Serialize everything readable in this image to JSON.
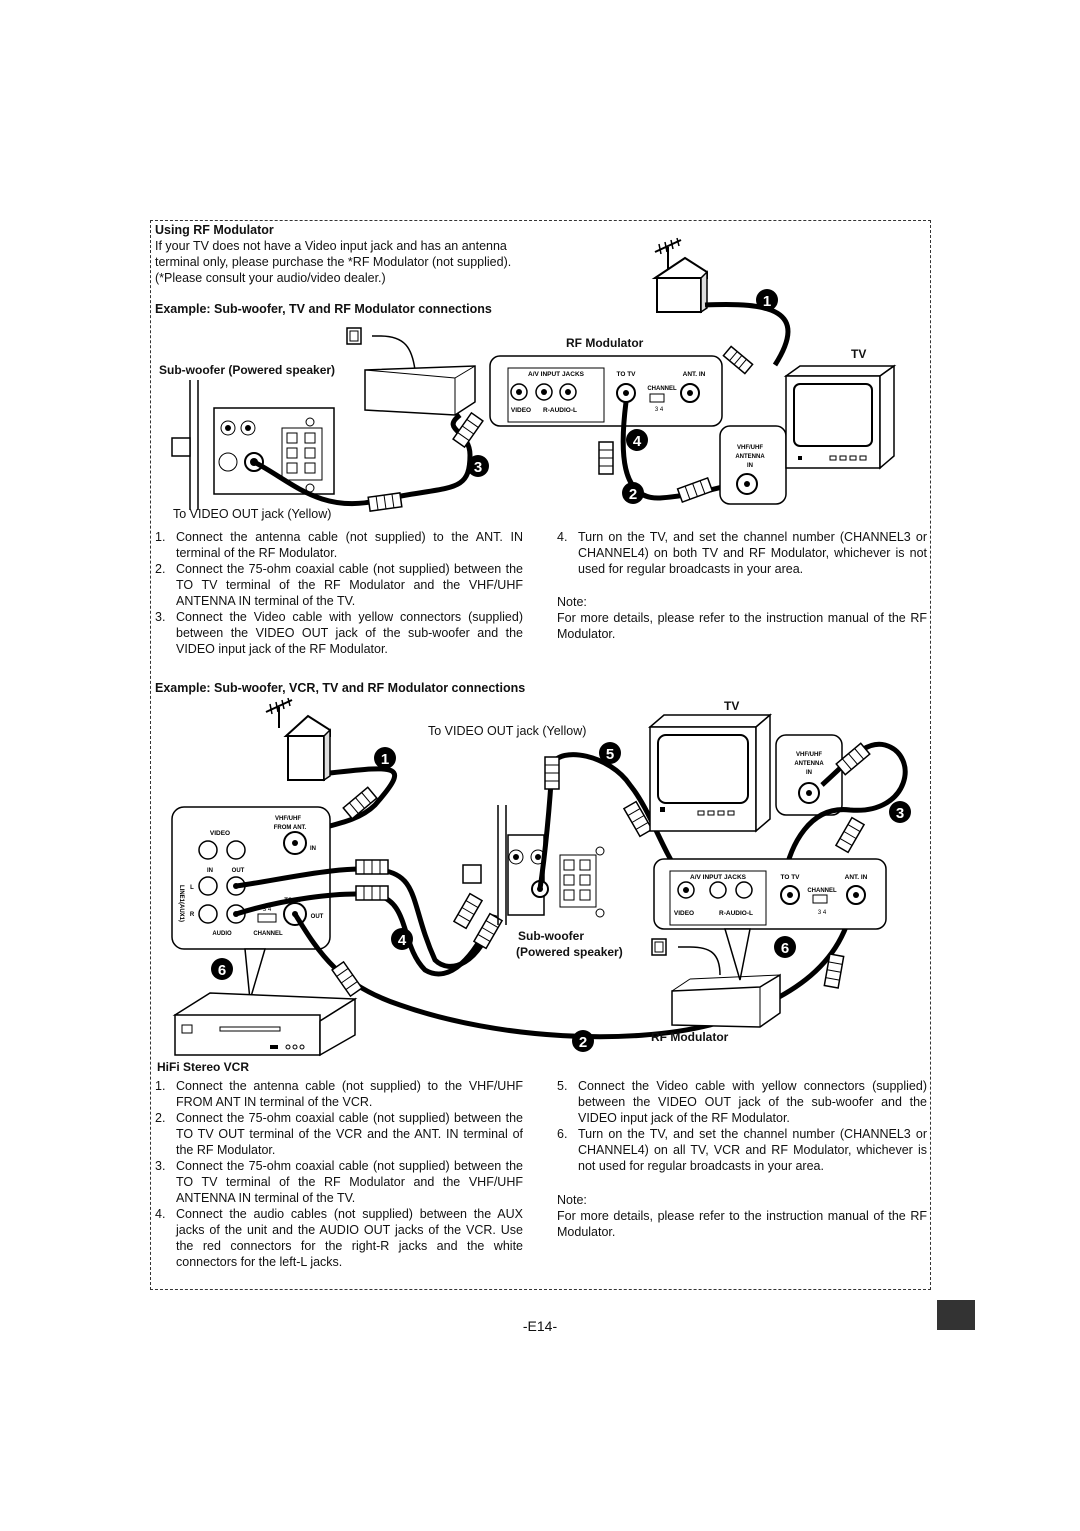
{
  "section_title": "Using RF Modulator",
  "intro": [
    "If your TV does not have a Video input jack and has an antenna",
    "terminal only, please purchase the *RF Modulator (not supplied).",
    "(*Please consult your audio/video dealer.)"
  ],
  "example1": {
    "heading": "Example: Sub-woofer, TV and RF Modulator connections",
    "labels": {
      "rf_modulator": "RF Modulator",
      "tv": "TV",
      "subwoofer": "Sub-woofer (Powered speaker)",
      "video_out": "To VIDEO OUT jack (Yellow)"
    },
    "steps_left": [
      {
        "n": "1.",
        "text": "Connect the antenna cable (not supplied) to the ANT. IN terminal of the RF Modulator."
      },
      {
        "n": "2.",
        "text": "Connect the 75-ohm coaxial cable (not supplied) between the TO TV terminal of the RF Modulator and the VHF/UHF ANTENNA IN terminal of the TV."
      },
      {
        "n": "3.",
        "text": "Connect the Video cable with yellow connectors (supplied) between the VIDEO OUT jack of the sub-woofer and the VIDEO input jack of the RF Modulator."
      }
    ],
    "steps_right": [
      {
        "n": "4.",
        "text": "Turn on the TV, and set the channel number (CHANNEL3 or CHANNEL4) on both TV and RF Modulator, whichever is not used for regular broadcasts in your area."
      }
    ],
    "note_label": "Note:",
    "note": "For more details, please refer to the instruction manual of the RF Modulator."
  },
  "example2": {
    "heading": "Example: Sub-woofer, VCR, TV and RF Modulator connections",
    "labels": {
      "tv": "TV",
      "video_out": "To VIDEO OUT jack (Yellow)",
      "subwoofer_1": "Sub-woofer",
      "subwoofer_2": "(Powered speaker)",
      "rf_modulator": "RF Modulator",
      "vcr": "HiFi Stereo VCR"
    },
    "steps_left": [
      {
        "n": "1.",
        "text": "Connect the antenna cable (not supplied) to the VHF/UHF FROM ANT IN terminal of the VCR."
      },
      {
        "n": "2.",
        "text": "Connect the 75-ohm coaxial cable (not supplied) between the TO TV OUT terminal of the VCR and the ANT. IN terminal of the RF Modulator."
      },
      {
        "n": "3.",
        "text": "Connect the 75-ohm coaxial cable (not supplied) between the TO TV terminal of the RF Modulator and the VHF/UHF ANTENNA IN terminal of the TV."
      },
      {
        "n": "4.",
        "text": "Connect the audio cables (not supplied) between the AUX jacks of the unit and the AUDIO OUT jacks of the VCR. Use the red connectors for the right-R jacks and the white connectors for the left-L jacks."
      }
    ],
    "steps_right": [
      {
        "n": "5.",
        "text": "Connect the Video cable with yellow connectors (supplied) between the VIDEO OUT jack of the sub-woofer and the VIDEO input jack of the RF Modulator."
      },
      {
        "n": "6.",
        "text": "Turn on the TV, and set the channel number (CHANNEL3 or CHANNEL4) on all TV, VCR and RF Modulator, whichever is not used for regular broadcasts in your area."
      }
    ],
    "note_label": "Note:",
    "note": "For more details, please refer to the instruction manual of the RF Modulator."
  },
  "panel_text": {
    "av_input_jacks": "A/V INPUT JACKS",
    "to_tv": "TO TV",
    "ant_in": "ANT. IN",
    "channel": "CHANNEL",
    "ch34": "3  4",
    "video": "VIDEO",
    "r_audio_l": "R-AUDIO-L",
    "vhf_uhf": "VHF/UHF",
    "antenna": "ANTENNA",
    "in": "IN",
    "from_ant": "FROM ANT.",
    "out": "OUT",
    "audio": "AUDIO",
    "line_aux1": "LINE1(AUX1)",
    "l": "L",
    "r": "R"
  },
  "step_markers": [
    "1",
    "2",
    "3",
    "4",
    "5",
    "6"
  ],
  "page_number": "-E14-"
}
